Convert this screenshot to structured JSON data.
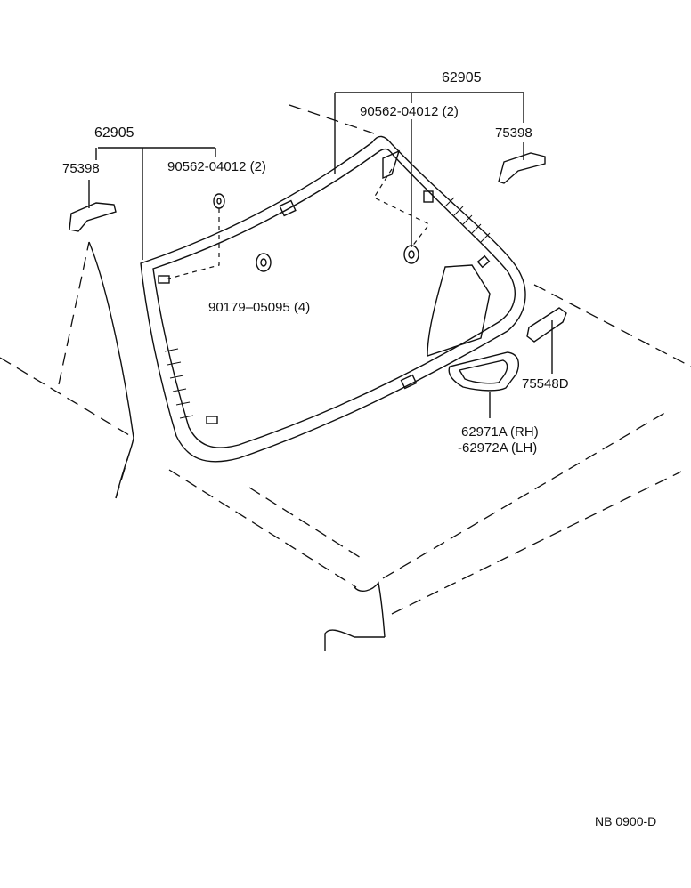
{
  "labels": {
    "part_62905_left": "62905",
    "part_62905_right": "62905",
    "part_75398_left": "75398",
    "part_75398_right": "75398",
    "part_90562_left": "90562-04012 (2)",
    "part_90562_right": "90562-04012 (2)",
    "part_90179": "90179–05095 (4)",
    "part_75548d": "75548D",
    "part_62971a": "62971A (RH)",
    "part_62972a": "-62972A (LH)",
    "diagram_code": "NB 0900-D"
  }
}
